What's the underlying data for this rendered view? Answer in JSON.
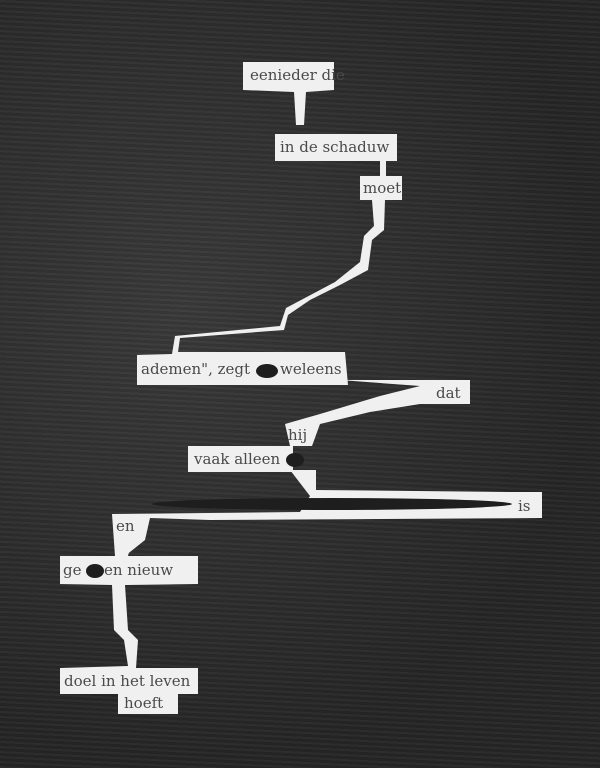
{
  "poem": {
    "lines": [
      "eenieder die",
      "in de schaduw",
      "moet",
      "ademen\", zegt",
      "weleens",
      "dat",
      "hij",
      "vaak alleen",
      "is",
      "en",
      "ge",
      "en nieuw",
      "doel in het leven",
      "hoeft"
    ]
  },
  "colors": {
    "ink": "#2e2e2e",
    "paper": "#f2f2f2",
    "text": "#4a4a4a"
  }
}
